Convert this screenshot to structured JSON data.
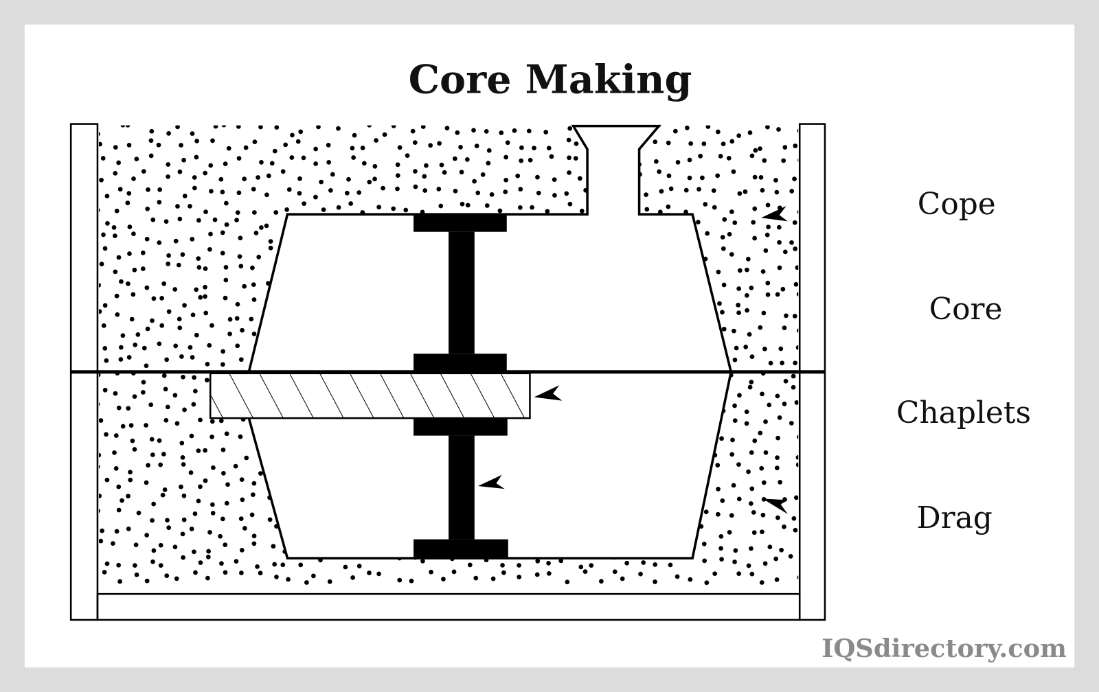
{
  "title": "Core Making",
  "labels": {
    "cope": "Cope",
    "core": "Core",
    "chaplets": "Chaplets",
    "drag": "Drag"
  },
  "watermark": "IQSdirectory.com",
  "colors": {
    "background": "#dcdcdc",
    "panel": "#ffffff",
    "ink": "#000000",
    "watermark": "#8a8a8a"
  }
}
